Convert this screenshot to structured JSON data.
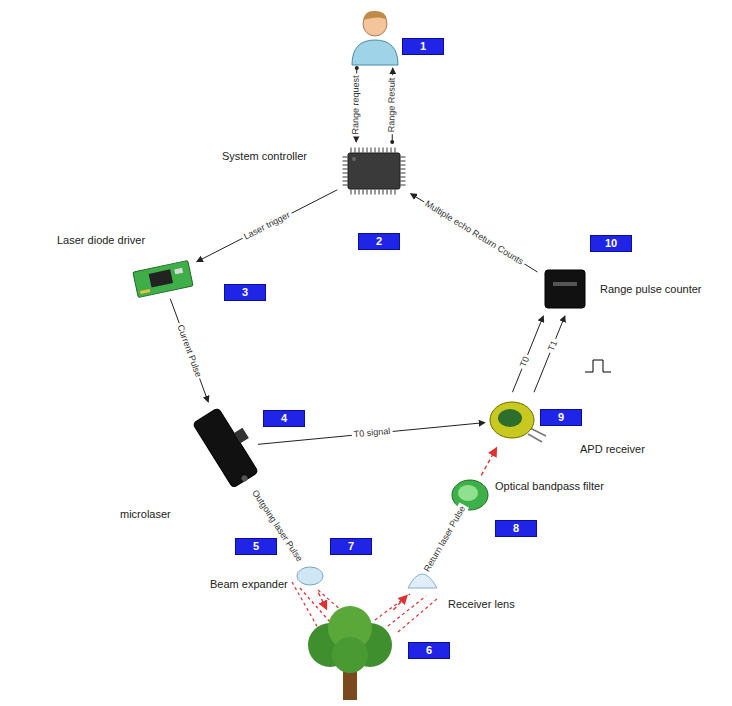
{
  "diagram": {
    "nodes": [
      {
        "text": [
          "1"
        ]
      },
      {
        "text": [
          "System controller",
          "2"
        ]
      },
      {
        "text": [
          "Laser diode driver",
          "3"
        ]
      },
      {
        "text": [
          "microlaser",
          "4"
        ]
      },
      {
        "text": [
          "Beam expander",
          "5"
        ]
      },
      {
        "text": [
          "6"
        ]
      },
      {
        "text": [
          "Receiver lens",
          "7"
        ]
      },
      {
        "text": [
          "Optical bandpass filter",
          "8"
        ]
      },
      {
        "text": [
          "APD receiver",
          "9"
        ]
      },
      {
        "text": [
          "Range pulse counter",
          "10"
        ]
      }
    ],
    "edges": [
      {
        "from": 0,
        "to": 1,
        "label": "Range request",
        "arrow": "to"
      },
      {
        "from": 1,
        "to": 0,
        "label": "Range Result",
        "arrow": "to"
      },
      {
        "from": 1,
        "to": 2,
        "label": "Laser trigger",
        "arrow": "to"
      },
      {
        "from": 2,
        "to": 3,
        "label": "Current Pulse",
        "arrow": "to"
      },
      {
        "from": 3,
        "to": 8,
        "label": "T0 signal",
        "arrow": "to"
      },
      {
        "from": 3,
        "to": 4,
        "label": "Outgoing laser Pulse",
        "arrow": "to"
      },
      {
        "from": 4,
        "to": 5,
        "arrow": "to"
      },
      {
        "from": 5,
        "to": 6,
        "arrow": "to"
      },
      {
        "from": 6,
        "to": 7,
        "label": "Return laser Pulse",
        "arrow": "to"
      },
      {
        "from": 7,
        "to": 8,
        "arrow": "to"
      },
      {
        "from": 8,
        "to": 9,
        "label": "T0",
        "arrow": "to"
      },
      {
        "from": 8,
        "to": 9,
        "label": "T1",
        "arrow": "to"
      },
      {
        "from": 9,
        "to": 1,
        "label": "Multiple echo Return Counts",
        "arrow": "to"
      }
    ]
  }
}
